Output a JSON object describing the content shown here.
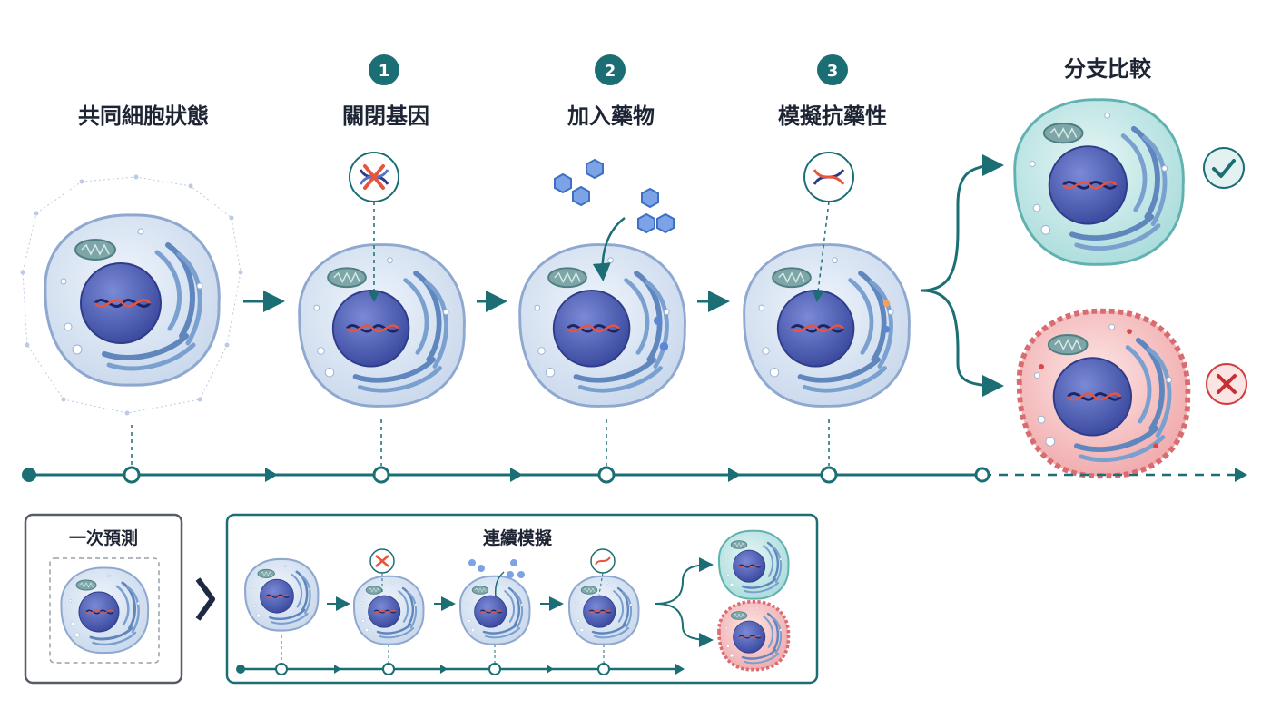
{
  "stages": [
    {
      "label": "共同細胞狀態"
    },
    {
      "label": "關閉基因",
      "step": "1"
    },
    {
      "label": "加入藥物",
      "step": "2"
    },
    {
      "label": "模擬抗藥性",
      "step": "3"
    }
  ],
  "branch": {
    "label": "分支比較",
    "outcomes": [
      "success",
      "failure"
    ]
  },
  "bottom": {
    "single_label": "一次預測",
    "continuous_label": "連續模擬"
  },
  "colors": {
    "teal": "#1b6f74",
    "cell_blue": "#dbe7f5",
    "nucleus": "#4d5fb5",
    "healthy": "#cdeceb",
    "stressed": "#f6cccd",
    "dna_red": "#e8553f"
  },
  "icons": [
    "dna-icon",
    "dna-knockout-icon",
    "drug-molecule-icon",
    "check-icon",
    "cross-icon",
    "chevron-right-icon"
  ]
}
